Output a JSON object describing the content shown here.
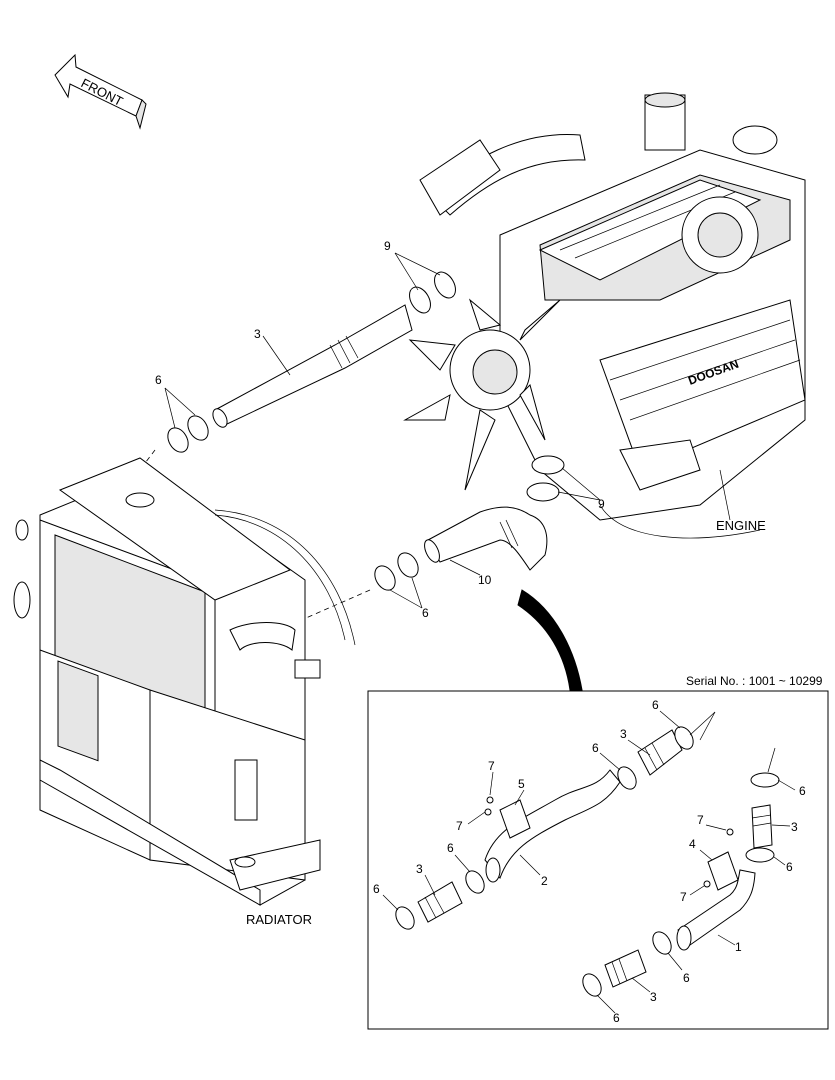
{
  "diagram": {
    "front_label": "FRONT",
    "engine_label": "ENGINE",
    "radiator_label": "RADIATOR",
    "serial_label": "Serial No. : 1001 ~ 10299",
    "callouts_main": [
      "9",
      "3",
      "6",
      "9",
      "10",
      "6"
    ],
    "callouts_inset": [
      "6",
      "3",
      "6",
      "7",
      "5",
      "7",
      "6",
      "2",
      "3",
      "6",
      "6",
      "3",
      "7",
      "4",
      "6",
      "7",
      "1",
      "6",
      "3",
      "6"
    ]
  }
}
